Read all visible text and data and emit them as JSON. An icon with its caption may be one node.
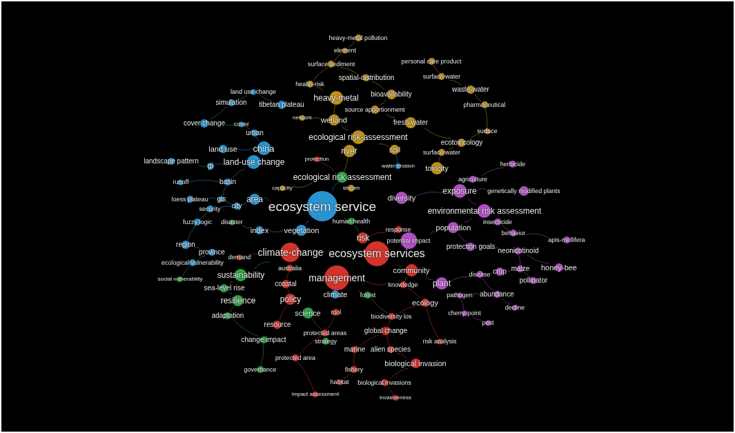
{
  "diagram": {
    "nodes": [
      {
        "text": [
          "heavy-metal pollution"
        ]
      },
      {
        "text": [
          "element"
        ]
      },
      {
        "text": [
          "surface sediment"
        ]
      },
      {
        "text": [
          "personal care product"
        ]
      },
      {
        "text": [
          "spatial-distribution"
        ]
      },
      {
        "text": [
          "surface-water"
        ]
      },
      {
        "text": [
          "health-risk"
        ]
      },
      {
        "text": [
          "bioavailability"
        ]
      },
      {
        "text": [
          "waste-water"
        ]
      },
      {
        "text": [
          "heavy-metal"
        ]
      },
      {
        "text": [
          "source apportionment"
        ]
      },
      {
        "text": [
          "pharmaceutical"
        ]
      },
      {
        "text": [
          "network"
        ]
      },
      {
        "text": [
          "wetland"
        ]
      },
      {
        "text": [
          "fresh-water"
        ]
      },
      {
        "text": [
          "surface"
        ]
      },
      {
        "text": [
          "ecological risk-assessment"
        ]
      },
      {
        "text": [
          "soil"
        ]
      },
      {
        "text": [
          "ecotoxicology"
        ]
      },
      {
        "text": [
          "river"
        ]
      },
      {
        "text": [
          "surface water"
        ]
      },
      {
        "text": [
          "toxicity"
        ]
      },
      {
        "text": [
          "capacity"
        ]
      },
      {
        "text": [
          "stream"
        ]
      },
      {
        "text": [
          "land use change"
        ]
      },
      {
        "text": [
          "simulation"
        ]
      },
      {
        "text": [
          "tibetan plateau"
        ]
      },
      {
        "text": [
          "cover change"
        ]
      },
      {
        "text": [
          "cover"
        ]
      },
      {
        "text": [
          "urban"
        ]
      },
      {
        "text": [
          "china"
        ]
      },
      {
        "text": [
          "land use"
        ]
      },
      {
        "text": [
          "landscape pattern"
        ]
      },
      {
        "text": [
          "gi"
        ]
      },
      {
        "text": [
          "land-use change"
        ]
      },
      {
        "text": [
          "runoff"
        ]
      },
      {
        "text": [
          "basin"
        ]
      },
      {
        "text": [
          "loess plateau"
        ]
      },
      {
        "text": [
          "gis"
        ]
      },
      {
        "text": [
          "area"
        ]
      },
      {
        "text": [
          "city"
        ]
      },
      {
        "text": [
          "security"
        ]
      },
      {
        "text": [
          "ecosystem service"
        ]
      },
      {
        "text": [
          "fuzzy logic"
        ]
      },
      {
        "text": [
          "index"
        ]
      },
      {
        "text": [
          "vegetation"
        ]
      },
      {
        "text": [
          "region"
        ]
      },
      {
        "text": [
          "province"
        ]
      },
      {
        "text": [
          "ecological vulnerability"
        ]
      },
      {
        "text": [
          "climate"
        ]
      },
      {
        "text": [
          "water erosion"
        ]
      },
      {
        "text": [
          "ecological risk assessment"
        ]
      },
      {
        "text": [
          "human health"
        ]
      },
      {
        "text": [
          "disaster"
        ]
      },
      {
        "text": [
          "social vulnerability"
        ]
      },
      {
        "text": [
          "sustainability"
        ]
      },
      {
        "text": [
          "sea-level rise"
        ]
      },
      {
        "text": [
          "resilience"
        ]
      },
      {
        "text": [
          "adaptation"
        ]
      },
      {
        "text": [
          "science"
        ]
      },
      {
        "text": [
          "forest"
        ]
      },
      {
        "text": [
          "change impact"
        ]
      },
      {
        "text": [
          "strategy"
        ]
      },
      {
        "text": [
          "governance"
        ]
      },
      {
        "text": [
          "protection"
        ]
      },
      {
        "text": [
          "response"
        ]
      },
      {
        "text": [
          "risk"
        ]
      },
      {
        "text": [
          "climate-change"
        ]
      },
      {
        "text": [
          "demand"
        ]
      },
      {
        "text": [
          "ecosystem services"
        ]
      },
      {
        "text": [
          "australia"
        ]
      },
      {
        "text": [
          "management"
        ]
      },
      {
        "text": [
          "coastal"
        ]
      },
      {
        "text": [
          "knowledge"
        ]
      },
      {
        "text": [
          "policy"
        ]
      },
      {
        "text": [
          "ecology"
        ]
      },
      {
        "text": [
          "tool"
        ]
      },
      {
        "text": [
          "biodiversity los"
        ]
      },
      {
        "text": [
          "resource"
        ]
      },
      {
        "text": [
          "protected areas"
        ]
      },
      {
        "text": [
          "global change"
        ]
      },
      {
        "text": [
          "risk analysis"
        ]
      },
      {
        "text": [
          "marine"
        ]
      },
      {
        "text": [
          "alien species"
        ]
      },
      {
        "text": [
          "protected area"
        ]
      },
      {
        "text": [
          "biological invasion"
        ]
      },
      {
        "text": [
          "fishery"
        ]
      },
      {
        "text": [
          "habitat"
        ]
      },
      {
        "text": [
          "biological invasions"
        ]
      },
      {
        "text": [
          "impact assessment"
        ]
      },
      {
        "text": [
          "invasiveness"
        ]
      },
      {
        "text": [
          "community"
        ]
      },
      {
        "text": [
          "diversity"
        ]
      },
      {
        "text": [
          "herbicide"
        ]
      },
      {
        "text": [
          "agriculture"
        ]
      },
      {
        "text": [
          "exposure"
        ]
      },
      {
        "text": [
          "genetically modified plants"
        ]
      },
      {
        "text": [
          "environmental risk assessment"
        ]
      },
      {
        "text": [
          "insecticide"
        ]
      },
      {
        "text": [
          "population"
        ]
      },
      {
        "text": [
          "behavior"
        ]
      },
      {
        "text": [
          "apis-mellifera"
        ]
      },
      {
        "text": [
          "potential impact"
        ]
      },
      {
        "text": [
          "protection goals"
        ]
      },
      {
        "text": [
          "neonicotinoid"
        ]
      },
      {
        "text": [
          "honey-bee"
        ]
      },
      {
        "text": [
          "crop"
        ]
      },
      {
        "text": [
          "maize"
        ]
      },
      {
        "text": [
          "disease"
        ]
      },
      {
        "text": [
          "plant"
        ]
      },
      {
        "text": [
          "pollinator"
        ]
      },
      {
        "text": [
          "pathogen"
        ]
      },
      {
        "text": [
          "abundance"
        ]
      },
      {
        "text": [
          "decline"
        ]
      },
      {
        "text": [
          "cherry-point"
        ]
      },
      {
        "text": [
          "pest"
        ]
      }
    ],
    "edges": [
      {
        "from": 0,
        "to": 1,
        "arrow": "none",
        "color": "#d4a020"
      },
      {
        "from": 1,
        "to": 2,
        "arrow": "none",
        "color": "#d4a020"
      },
      {
        "from": 2,
        "to": 4,
        "arrow": "none",
        "color": "#d4a020"
      },
      {
        "from": 2,
        "to": 6,
        "arrow": "none",
        "color": "#d4a020"
      },
      {
        "from": 4,
        "to": 7,
        "arrow": "none",
        "color": "#d4a020"
      },
      {
        "from": 3,
        "to": 5,
        "arrow": "none",
        "color": "#d4a020"
      },
      {
        "from": 5,
        "to": 8,
        "arrow": "none",
        "color": "#d4a020"
      },
      {
        "from": 8,
        "to": 11,
        "arrow": "none",
        "color": "#d4a020"
      },
      {
        "from": 11,
        "to": 15,
        "arrow": "none",
        "color": "#d4a020"
      },
      {
        "from": 15,
        "to": 18,
        "arrow": "none",
        "color": "#d4a020"
      },
      {
        "from": 18,
        "to": 20,
        "arrow": "none",
        "color": "#d4a020"
      },
      {
        "from": 20,
        "to": 21,
        "arrow": "none",
        "color": "#d4a020"
      },
      {
        "from": 7,
        "to": 10,
        "arrow": "none",
        "color": "#d4a020"
      },
      {
        "from": 10,
        "to": 14,
        "arrow": "none",
        "color": "#d4a020"
      },
      {
        "from": 6,
        "to": 9,
        "arrow": "none",
        "color": "#d4a020"
      },
      {
        "from": 9,
        "to": 13,
        "arrow": "none",
        "color": "#d4a020"
      },
      {
        "from": 12,
        "to": 13,
        "arrow": "none",
        "color": "#d4a020"
      },
      {
        "from": 13,
        "to": 16,
        "arrow": "none",
        "color": "#d4a020"
      },
      {
        "from": 16,
        "to": 17,
        "arrow": "none",
        "color": "#d4a020"
      },
      {
        "from": 14,
        "to": 18,
        "arrow": "none",
        "color": "#d4a020"
      },
      {
        "from": 19,
        "to": 51,
        "arrow": "none",
        "color": "#d4a020"
      },
      {
        "from": 22,
        "to": 51,
        "arrow": "none",
        "color": "#d4a020"
      },
      {
        "from": 24,
        "to": 25,
        "arrow": "none",
        "color": "#2ea3e8"
      },
      {
        "from": 24,
        "to": 26,
        "arrow": "none",
        "color": "#2ea3e8"
      },
      {
        "from": 25,
        "to": 27,
        "arrow": "none",
        "color": "#2ea3e8"
      },
      {
        "from": 27,
        "to": 28,
        "arrow": "none",
        "color": "#2ea3e8"
      },
      {
        "from": 28,
        "to": 29,
        "arrow": "none",
        "color": "#2ea3e8"
      },
      {
        "from": 29,
        "to": 30,
        "arrow": "none",
        "color": "#2ea3e8"
      },
      {
        "from": 30,
        "to": 31,
        "arrow": "none",
        "color": "#2ea3e8"
      },
      {
        "from": 32,
        "to": 33,
        "arrow": "none",
        "color": "#2ea3e8"
      },
      {
        "from": 33,
        "to": 34,
        "arrow": "none",
        "color": "#2ea3e8"
      },
      {
        "from": 34,
        "to": 36,
        "arrow": "none",
        "color": "#2ea3e8"
      },
      {
        "from": 35,
        "to": 36,
        "arrow": "none",
        "color": "#2ea3e8"
      },
      {
        "from": 36,
        "to": 38,
        "arrow": "none",
        "color": "#2ea3e8"
      },
      {
        "from": 37,
        "to": 38,
        "arrow": "none",
        "color": "#2ea3e8"
      },
      {
        "from": 38,
        "to": 40,
        "arrow": "none",
        "color": "#2ea3e8"
      },
      {
        "from": 39,
        "to": 40,
        "arrow": "none",
        "color": "#2ea3e8"
      },
      {
        "from": 40,
        "to": 41,
        "arrow": "none",
        "color": "#2ea3e8"
      },
      {
        "from": 41,
        "to": 43,
        "arrow": "none",
        "color": "#2ea3e8"
      },
      {
        "from": 43,
        "to": 46,
        "arrow": "none",
        "color": "#2ea3e8"
      },
      {
        "from": 46,
        "to": 47,
        "arrow": "none",
        "color": "#2ea3e8"
      },
      {
        "from": 47,
        "to": 48,
        "arrow": "none",
        "color": "#2ea3e8"
      },
      {
        "from": 39,
        "to": 42,
        "arrow": "none",
        "color": "#2ea3e8"
      },
      {
        "from": 44,
        "to": 45,
        "arrow": "none",
        "color": "#2ea3e8"
      },
      {
        "from": 45,
        "to": 42,
        "arrow": "none",
        "color": "#2ea3e8"
      },
      {
        "from": 50,
        "to": 17,
        "arrow": "none",
        "color": "#2ea3e8"
      },
      {
        "from": 42,
        "to": 51,
        "arrow": "none",
        "color": "#2ea3e8"
      },
      {
        "from": 42,
        "to": 52,
        "arrow": "none",
        "color": "#2ea3e8"
      },
      {
        "from": 52,
        "to": 66,
        "arrow": "none",
        "color": "#2db54a"
      },
      {
        "from": 53,
        "to": 44,
        "arrow": "none",
        "color": "#2db54a"
      },
      {
        "from": 54,
        "to": 48,
        "arrow": "none",
        "color": "#2db54a"
      },
      {
        "from": 55,
        "to": 56,
        "arrow": "none",
        "color": "#2db54a"
      },
      {
        "from": 56,
        "to": 57,
        "arrow": "none",
        "color": "#2db54a"
      },
      {
        "from": 57,
        "to": 58,
        "arrow": "none",
        "color": "#2db54a"
      },
      {
        "from": 55,
        "to": 67,
        "arrow": "none",
        "color": "#2db54a"
      },
      {
        "from": 58,
        "to": 61,
        "arrow": "none",
        "color": "#2db54a"
      },
      {
        "from": 61,
        "to": 63,
        "arrow": "none",
        "color": "#2db54a"
      },
      {
        "from": 59,
        "to": 79,
        "arrow": "none",
        "color": "#2db54a"
      },
      {
        "from": 60,
        "to": 71,
        "arrow": "none",
        "color": "#2db54a"
      },
      {
        "from": 60,
        "to": 77,
        "arrow": "none",
        "color": "#2db54a"
      },
      {
        "from": 64,
        "to": 51,
        "arrow": "none",
        "color": "#e8392f"
      },
      {
        "from": 65,
        "to": 66,
        "arrow": "none",
        "color": "#e8392f"
      },
      {
        "from": 67,
        "to": 70,
        "arrow": "none",
        "color": "#e8392f"
      },
      {
        "from": 70,
        "to": 72,
        "arrow": "none",
        "color": "#e8392f"
      },
      {
        "from": 72,
        "to": 74,
        "arrow": "none",
        "color": "#e8392f"
      },
      {
        "from": 74,
        "to": 78,
        "arrow": "none",
        "color": "#e8392f"
      },
      {
        "from": 68,
        "to": 67,
        "arrow": "none",
        "color": "#e8392f"
      },
      {
        "from": 71,
        "to": 73,
        "arrow": "none",
        "color": "#e8392f"
      },
      {
        "from": 73,
        "to": 91,
        "arrow": "none",
        "color": "#e8392f"
      },
      {
        "from": 69,
        "to": 91,
        "arrow": "none",
        "color": "#e8392f"
      },
      {
        "from": 73,
        "to": 75,
        "arrow": "none",
        "color": "#e8392f"
      },
      {
        "from": 75,
        "to": 77,
        "arrow": "none",
        "color": "#e8392f"
      },
      {
        "from": 77,
        "to": 80,
        "arrow": "none",
        "color": "#e8392f"
      },
      {
        "from": 80,
        "to": 83,
        "arrow": "none",
        "color": "#e8392f"
      },
      {
        "from": 83,
        "to": 85,
        "arrow": "none",
        "color": "#e8392f"
      },
      {
        "from": 85,
        "to": 88,
        "arrow": "none",
        "color": "#e8392f"
      },
      {
        "from": 88,
        "to": 90,
        "arrow": "none",
        "color": "#e8392f"
      },
      {
        "from": 82,
        "to": 86,
        "arrow": "none",
        "color": "#e8392f"
      },
      {
        "from": 86,
        "to": 87,
        "arrow": "none",
        "color": "#e8392f"
      },
      {
        "from": 80,
        "to": 82,
        "arrow": "none",
        "color": "#e8392f"
      },
      {
        "from": 76,
        "to": 79,
        "arrow": "none",
        "color": "#e8392f"
      },
      {
        "from": 79,
        "to": 84,
        "arrow": "none",
        "color": "#e8392f"
      },
      {
        "from": 84,
        "to": 89,
        "arrow": "none",
        "color": "#e8392f"
      },
      {
        "from": 75,
        "to": 81,
        "arrow": "none",
        "color": "#e8392f"
      },
      {
        "from": 92,
        "to": 95,
        "arrow": "none",
        "color": "#c455dc"
      },
      {
        "from": 93,
        "to": 94,
        "arrow": "none",
        "color": "#c455dc"
      },
      {
        "from": 95,
        "to": 96,
        "arrow": "none",
        "color": "#c455dc"
      },
      {
        "from": 95,
        "to": 97,
        "arrow": "none",
        "color": "#c455dc"
      },
      {
        "from": 97,
        "to": 99,
        "arrow": "none",
        "color": "#c455dc"
      },
      {
        "from": 98,
        "to": 100,
        "arrow": "none",
        "color": "#c455dc"
      },
      {
        "from": 100,
        "to": 101,
        "arrow": "none",
        "color": "#c455dc"
      },
      {
        "from": 99,
        "to": 103,
        "arrow": "none",
        "color": "#c455dc"
      },
      {
        "from": 103,
        "to": 104,
        "arrow": "none",
        "color": "#c455dc"
      },
      {
        "from": 104,
        "to": 105,
        "arrow": "none",
        "color": "#c455dc"
      },
      {
        "from": 104,
        "to": 107,
        "arrow": "none",
        "color": "#c455dc"
      },
      {
        "from": 106,
        "to": 107,
        "arrow": "none",
        "color": "#c455dc"
      },
      {
        "from": 106,
        "to": 108,
        "arrow": "none",
        "color": "#c455dc"
      },
      {
        "from": 108,
        "to": 109,
        "arrow": "none",
        "color": "#c455dc"
      },
      {
        "from": 107,
        "to": 110,
        "arrow": "none",
        "color": "#c455dc"
      },
      {
        "from": 108,
        "to": 112,
        "arrow": "none",
        "color": "#c455dc"
      },
      {
        "from": 111,
        "to": 112,
        "arrow": "none",
        "color": "#c455dc"
      },
      {
        "from": 112,
        "to": 113,
        "arrow": "none",
        "color": "#c455dc"
      },
      {
        "from": 111,
        "to": 114,
        "arrow": "none",
        "color": "#c455dc"
      },
      {
        "from": 114,
        "to": 115,
        "arrow": "none",
        "color": "#c455dc"
      },
      {
        "from": 102,
        "to": 99,
        "arrow": "none",
        "color": "#c455dc"
      },
      {
        "from": 91,
        "to": 109,
        "arrow": "none",
        "color": "#c455dc"
      }
    ]
  }
}
